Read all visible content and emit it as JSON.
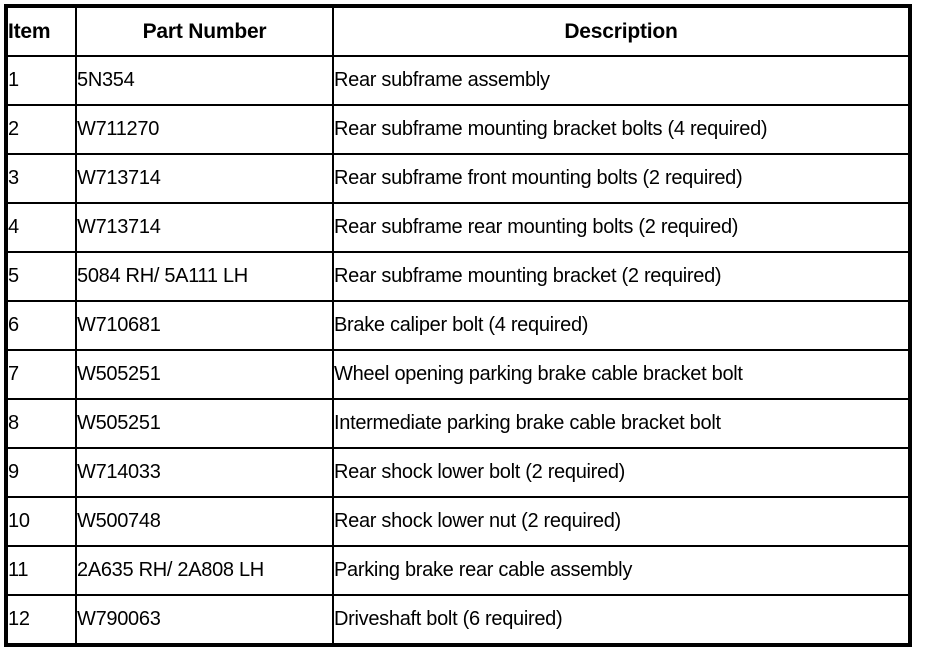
{
  "table": {
    "columns": [
      {
        "key": "item",
        "label": "Item"
      },
      {
        "key": "part_number",
        "label": "Part Number"
      },
      {
        "key": "description",
        "label": "Description"
      }
    ],
    "rows": [
      {
        "item": "1",
        "part_number": "5N354",
        "description": "Rear subframe assembly"
      },
      {
        "item": "2",
        "part_number": "W711270",
        "description": "Rear subframe mounting bracket bolts (4 required)"
      },
      {
        "item": "3",
        "part_number": "W713714",
        "description": "Rear subframe front mounting bolts (2 required)"
      },
      {
        "item": "4",
        "part_number": "W713714",
        "description": "Rear subframe rear mounting bolts (2 required)"
      },
      {
        "item": "5",
        "part_number": "5084 RH/ 5A111 LH",
        "description": "Rear subframe mounting bracket (2 required)"
      },
      {
        "item": "6",
        "part_number": "W710681",
        "description": "Brake caliper bolt (4 required)"
      },
      {
        "item": "7",
        "part_number": "W505251",
        "description": "Wheel opening parking brake cable bracket bolt"
      },
      {
        "item": "8",
        "part_number": "W505251",
        "description": "Intermediate parking brake cable bracket bolt"
      },
      {
        "item": "9",
        "part_number": "W714033",
        "description": "Rear shock lower bolt (2 required)"
      },
      {
        "item": "10",
        "part_number": "W500748",
        "description": "Rear shock lower nut (2 required)"
      },
      {
        "item": "11",
        "part_number": "2A635 RH/ 2A808 LH",
        "description": "Parking brake rear cable assembly"
      },
      {
        "item": "12",
        "part_number": "W790063",
        "description": "Driveshaft bolt (6 required)"
      }
    ]
  },
  "colors": {
    "border": "#000000",
    "text": "#000000",
    "background": "#ffffff"
  }
}
